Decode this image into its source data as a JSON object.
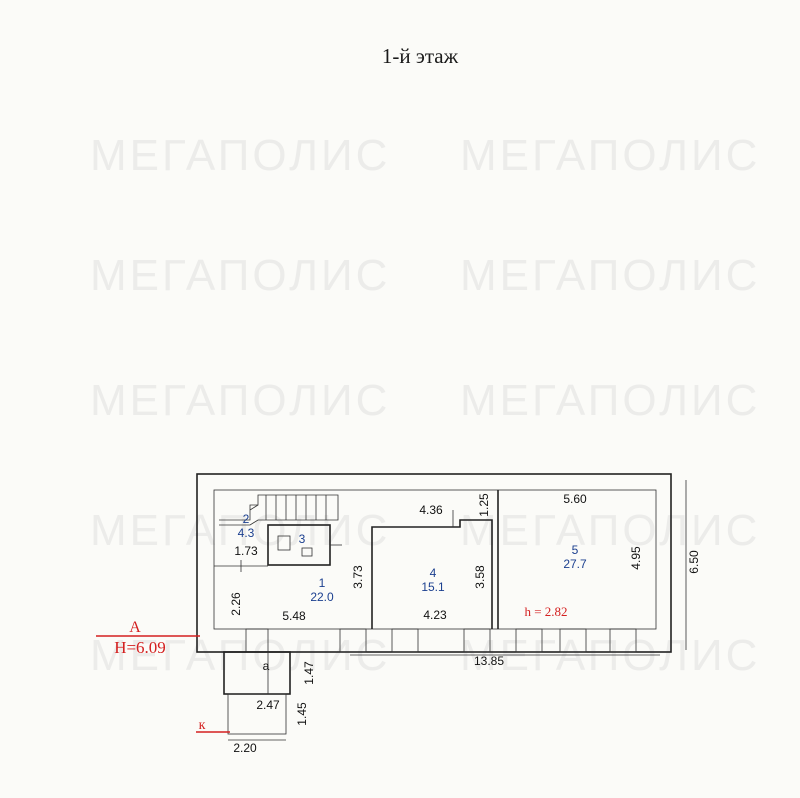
{
  "title": "1-й этаж",
  "watermark": {
    "text": "МЕГАПОЛИС"
  },
  "rooms": [
    {
      "id": "room-1",
      "number": "1",
      "area": "22.0"
    },
    {
      "id": "room-2",
      "number": "2",
      "area": "4.3"
    },
    {
      "id": "room-3",
      "number": "3",
      "area": ""
    },
    {
      "id": "room-4",
      "number": "4",
      "area": "15.1"
    },
    {
      "id": "room-5",
      "number": "5",
      "area": "27.7"
    },
    {
      "id": "room-a",
      "number": "а",
      "area": ""
    }
  ],
  "dimensions": {
    "d_4_36": "4.36",
    "d_1_25": "1.25",
    "d_5_60": "5.60",
    "d_1_73": "1.73",
    "d_3_73": "3.73",
    "d_3_58": "3.58",
    "d_4_95": "4.95",
    "d_6_50": "6.50",
    "d_2_26": "2.26",
    "d_5_48": "5.48",
    "d_4_23": "4.23",
    "d_13_85": "13.85",
    "d_1_47": "1.47",
    "d_2_47": "2.47",
    "d_1_45": "1.45",
    "d_2_20": "2.20"
  },
  "height_label": "h = 2.82",
  "marker": {
    "letter": "А",
    "height": "Н=6.09",
    "entrance": "к"
  }
}
